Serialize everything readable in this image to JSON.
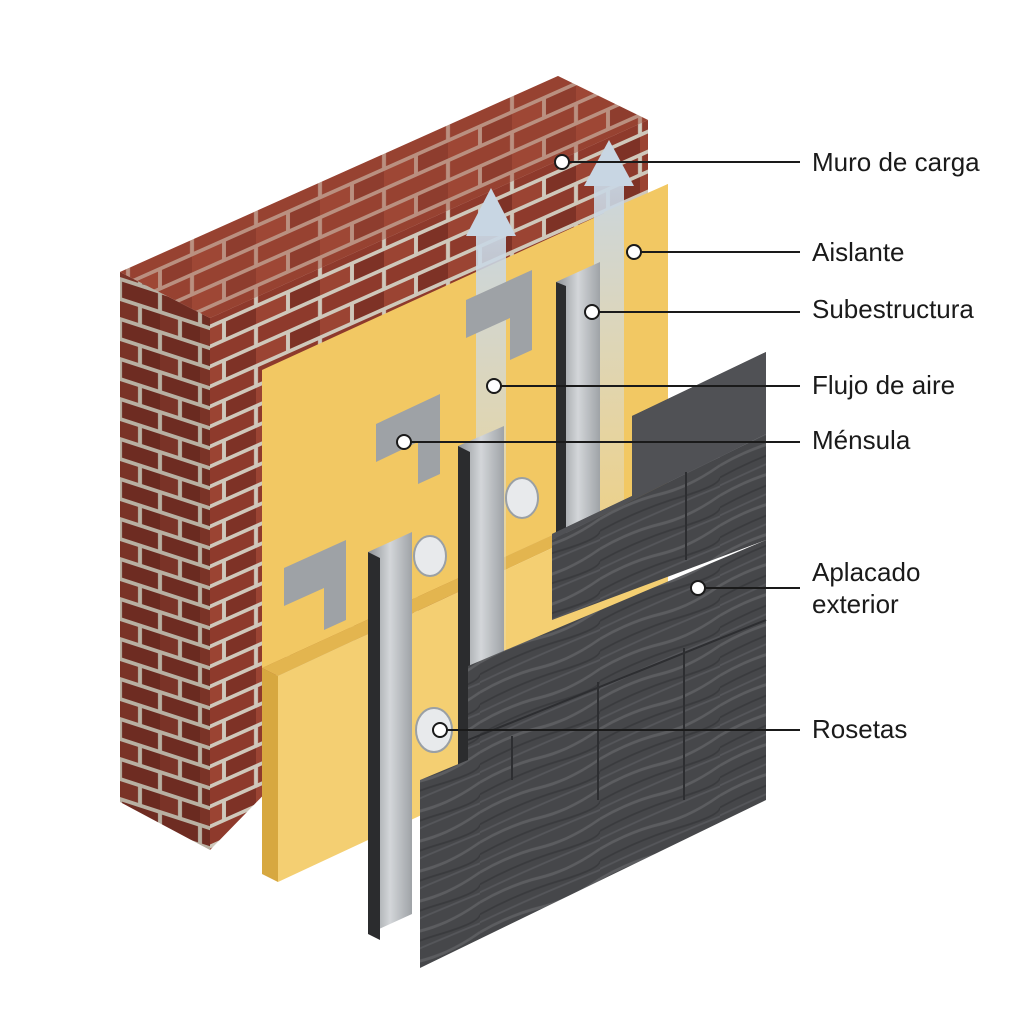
{
  "callouts": {
    "muro": "Muro de carga",
    "aislante": "Aislante",
    "subestructura": "Subestructura",
    "flujo": "Flujo de aire",
    "mensula": "Ménsula",
    "aplacado_line1": "Aplacado",
    "aplacado_line2": "exterior",
    "rosetas": "Rosetas"
  },
  "colors": {
    "brick": "#8e3a2c",
    "mortar": "#cfc8bb",
    "insulation": "#f2c863",
    "metal": "#b9bcc0",
    "cladding": "#46474a",
    "callout_line": "#1a1a1a"
  }
}
